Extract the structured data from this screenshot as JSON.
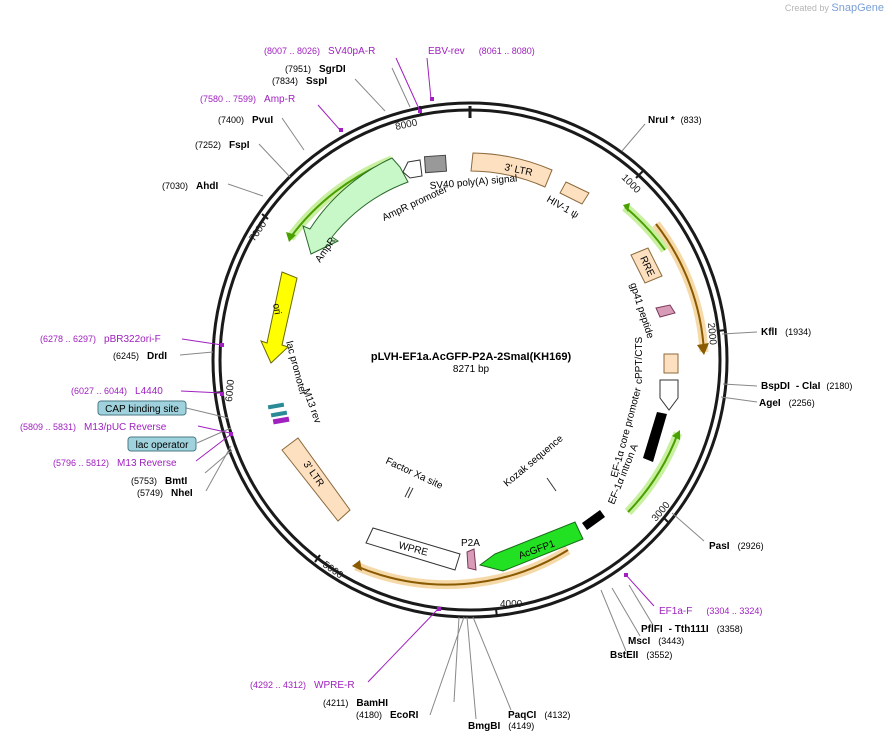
{
  "credit": {
    "prefix": "Created by",
    "brand": "SnapGene"
  },
  "plasmid": {
    "name": "pLVH-EF1a.AcGFP-P2A-2SmaI(KH169)",
    "size": "8271 bp"
  },
  "ticks": [
    "1000",
    "2000",
    "3000",
    "4000",
    "5000",
    "6000",
    "7000",
    "8000"
  ],
  "features": [
    {
      "label": "3' LTR"
    },
    {
      "label": "HIV-1 ψ"
    },
    {
      "label": "RRE"
    },
    {
      "label": "gp41 peptide"
    },
    {
      "label": "cPPT/CTS"
    },
    {
      "label": "EF-1α core promoter"
    },
    {
      "label": "EF-1α intron A"
    },
    {
      "label": "Kozak sequence"
    },
    {
      "label": "AcGFP1"
    },
    {
      "label": "P2A"
    },
    {
      "label": "WPRE"
    },
    {
      "label": "Factor Xa site"
    },
    {
      "label": "3' LTR"
    },
    {
      "label": "lac promoter"
    },
    {
      "label": "M13 rev"
    },
    {
      "label": "ori"
    },
    {
      "label": "AmpR"
    },
    {
      "label": "AmpR promoter"
    },
    {
      "label": "SV40 poly(A) signal"
    }
  ],
  "sites": [
    {
      "name": "NruI *",
      "pos": "(833)"
    },
    {
      "name": "KflI",
      "pos": "(1934)"
    },
    {
      "name": "BspDI",
      "extra": "- ClaI",
      "pos": "(2180)"
    },
    {
      "name": "AgeI",
      "pos": "(2256)"
    },
    {
      "name": "PasI",
      "pos": "(2926)"
    },
    {
      "name": "PflFI",
      "extra": "- Tth111I",
      "pos": "(3358)"
    },
    {
      "name": "MscI",
      "pos": "(3443)"
    },
    {
      "name": "BstEII",
      "pos": "(3552)"
    },
    {
      "name": "PaqCI",
      "pos": "(4132)"
    },
    {
      "name": "BmgBI",
      "pos": "(4149)"
    },
    {
      "name": "BamHI",
      "pos": "(4211)"
    },
    {
      "name": "EcoRI",
      "pos": "(4180)"
    },
    {
      "name": "BmtI",
      "pos": "(5753)"
    },
    {
      "name": "NheI",
      "pos": "(5749)"
    },
    {
      "name": "DrdI",
      "pos": "(6245)"
    },
    {
      "name": "AhdI",
      "pos": "(7030)"
    },
    {
      "name": "FspI",
      "pos": "(7252)"
    },
    {
      "name": "PvuI",
      "pos": "(7400)"
    },
    {
      "name": "SspI",
      "pos": "(7834)"
    },
    {
      "name": "SgrDI",
      "pos": "(7951)"
    }
  ],
  "primers": [
    {
      "name": "SV40pA-R",
      "range": "(8007 .. 8026)"
    },
    {
      "name": "EBV-rev",
      "range": "(8061 .. 8080)"
    },
    {
      "name": "Amp-R",
      "range": "(7580 .. 7599)"
    },
    {
      "name": "pBR322ori-F",
      "range": "(6278 .. 6297)"
    },
    {
      "name": "L4440",
      "range": "(6027 .. 6044)"
    },
    {
      "name": "M13/pUC Reverse",
      "range": "(5809 .. 5831)"
    },
    {
      "name": "M13 Reverse",
      "range": "(5796 .. 5812)"
    },
    {
      "name": "EF1a-F",
      "range": "(3304 .. 3324)"
    },
    {
      "name": "WPRE-R",
      "range": "(4292 .. 4312)"
    }
  ],
  "boxed_labels": [
    {
      "label": "CAP binding site"
    },
    {
      "label": "lac operator"
    }
  ],
  "colors": {
    "backbone": "#1a1a1a",
    "ltr": "#fde0c0",
    "ltr_stroke": "#c8a070",
    "ampr": "#c8f7c8",
    "ori": "#ffff00",
    "acgfp": "#22e022",
    "p2a": "#d89bb8",
    "primer": "#a020c0",
    "orf_fill": "#f0c070",
    "orf_line": "#8a5a00",
    "orf_green": "#4aa000",
    "orf_green_glow": "#c8f0a0",
    "boxed": "#9fd2dc"
  }
}
